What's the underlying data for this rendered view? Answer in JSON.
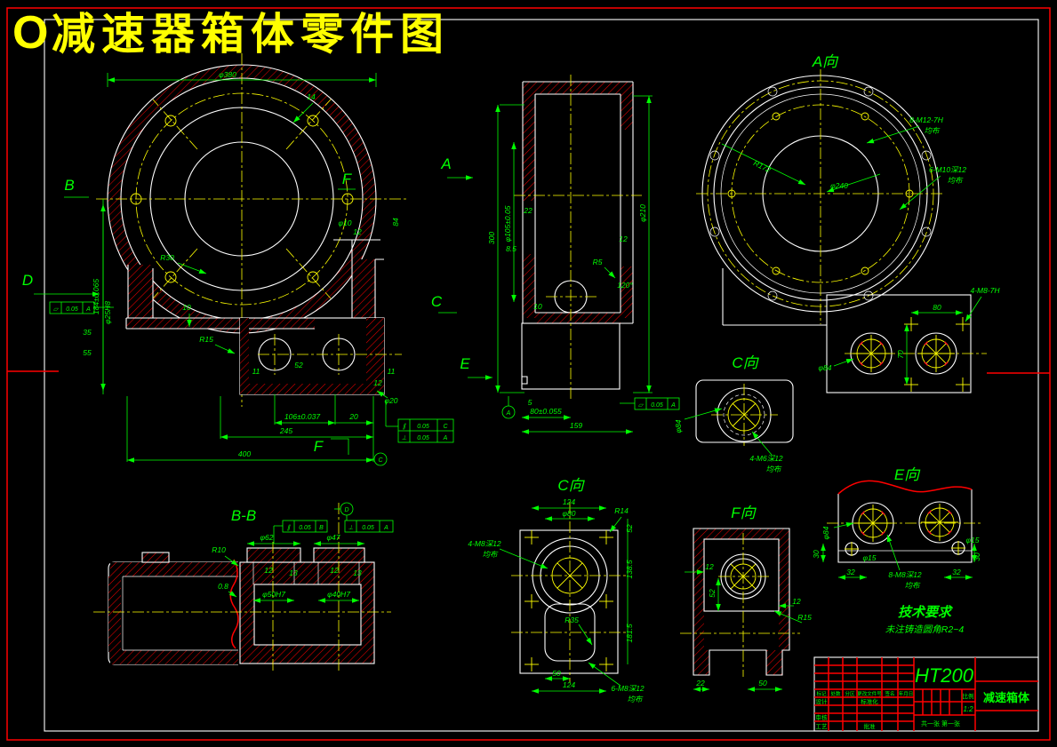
{
  "title": {
    "prefix": "O",
    "text": "减速器箱体零件图"
  },
  "colors": {
    "background": "#000000",
    "outline": "#ffffff",
    "dimension": "#00ff00",
    "centerline": "#ffff00",
    "hatch": "#e60000",
    "frame": "#ff0000",
    "title_text": "#ffff00"
  },
  "views": {
    "main": {
      "section_b": "B",
      "view_f": "F",
      "view_d": "D",
      "section_f": "F",
      "dims": {
        "d380": "φ380",
        "t14": "14",
        "d184": "184±0.065",
        "r30": "R30",
        "d25h8": "φ25H8",
        "n35": "35",
        "n55": "55",
        "n10": "10",
        "n52": "52",
        "n11a": "11",
        "n11b": "11",
        "n12": "12",
        "d10": "φ10",
        "n84": "84",
        "r15": "R15",
        "n12b": "12",
        "d20": "φ20",
        "d106": "106±0.037",
        "n20": "20",
        "n245": "245",
        "n400": "400"
      },
      "tol": {
        "sym": "▱",
        "val": "0.05",
        "ref": "A"
      },
      "tol2": {
        "sym": "∥",
        "val": "0.05",
        "ref": "C"
      },
      "tol3": {
        "sym": "⊥",
        "val": "0.05",
        "ref": "A"
      },
      "datum": "C"
    },
    "side": {
      "view_a": "A",
      "view_c": "C",
      "view_e": "E",
      "dims": {
        "n300": "300",
        "d105": "φ105±0.05",
        "n22": "22",
        "n85": "8.5",
        "d210": "φ210",
        "n12": "12",
        "r5": "R5",
        "a120": "120°",
        "n10": "10",
        "n5": "5",
        "d80": "80±0.055",
        "n159": "159"
      },
      "tol": {
        "sym": "▱",
        "val": "0.05",
        "ref": "A"
      },
      "datum": "A"
    },
    "a_view": {
      "label": "A向",
      "note_m12": "8-M12-7H",
      "note_m12b": "均布",
      "note_m10": "6-M10深12",
      "note_m10b": "均布",
      "note_m8": "4-M8-7H",
      "dims": {
        "r172": "R172",
        "d240": "φ240",
        "n80": "80",
        "n70": "70",
        "d84": "φ84"
      }
    },
    "c_small": {
      "label": "C向",
      "note": "4-M6深12",
      "note2": "均布",
      "d84": "φ84"
    },
    "c_big": {
      "label": "C向",
      "note_l": "4-M8深12",
      "note_l2": "均布",
      "note_r": "6-M8深12",
      "note_r2": "均布",
      "dims": {
        "n124t": "124",
        "d80": "φ80",
        "r14": "R14",
        "n52": "52",
        "n1385": "138.5",
        "n1815": "181.5",
        "r35": "R35",
        "n50": "50",
        "n124b": "124"
      }
    },
    "f_view": {
      "label": "F向",
      "dims": {
        "n12l": "12",
        "n12r": "12",
        "n52": "52",
        "r15": "R15",
        "n22": "22",
        "n50": "50"
      }
    },
    "e_view": {
      "label": "E向",
      "note": "8-M8深12",
      "note2": "均布",
      "dims": {
        "d84": "φ84",
        "d15a": "φ15",
        "d15b": "φ15",
        "n30a": "30",
        "n30b": "30",
        "n32a": "32",
        "n32b": "32"
      }
    },
    "bb": {
      "label": "B-B",
      "dims": {
        "r10": "R10",
        "rough": "0.8",
        "d62": "φ62",
        "d47": "φ47",
        "n12a": "12",
        "n13a": "13",
        "n12b": "12",
        "n13b": "13",
        "d50": "φ50H7",
        "d40": "φ40H7"
      },
      "tol1": {
        "sym": "∥",
        "val": "0.05",
        "ref": "B"
      },
      "tol2": {
        "sym": "⊥",
        "val": "0.05",
        "ref": "A"
      },
      "datum": "D"
    }
  },
  "tech": {
    "title": "技术要求",
    "line1": "未注铸造圆角R2~4"
  },
  "titleblock": {
    "material": "HT200",
    "part_name": "减速箱体",
    "scale_label": "比例",
    "scale": "1:2",
    "sheet": "共一张 第一张",
    "header": [
      "标记",
      "处数",
      "分区",
      "更改文件号",
      "签名",
      "年月日"
    ],
    "design": "设计",
    "check": "审核",
    "process": "工艺",
    "standard": "标准化",
    "approve": "批准"
  }
}
